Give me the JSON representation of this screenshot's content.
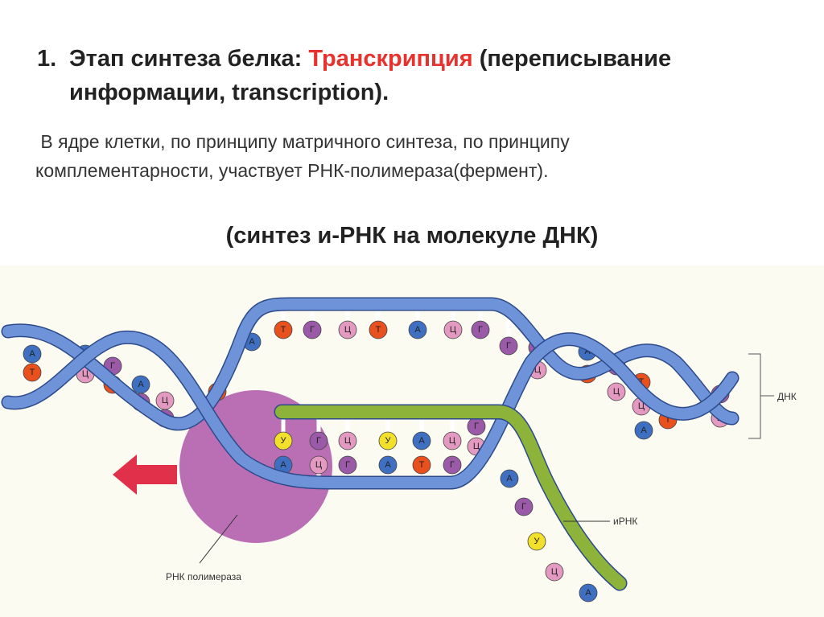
{
  "heading": {
    "number": "1.",
    "prefix": "Этап синтеза белка: ",
    "highlight": "Транскрипция",
    "suffix": " (переписывание информации, transcription)."
  },
  "body": {
    "line1": " В ядре клетки, по принципу матричного синтеза, по принципу",
    "line2": "комплементарности, участвует РНК-полимераза(фермент)."
  },
  "subtitle": "(синтез и-РНК на молекуле ДНК)",
  "diagram": {
    "labels": {
      "dna": "ДНК",
      "mrna": "иРНК",
      "polymerase": "РНК полимераза"
    },
    "colors": {
      "А": "#3f6fc0",
      "Т": "#e8501e",
      "Г": "#9a5aa8",
      "Ц": "#e49ac0",
      "У": "#f2e02a",
      "strand": "#6f93d8",
      "rna": "#8db33a",
      "polymerase": "#b35fae",
      "arrow": "#e0304a"
    },
    "coding_strand": [
      "А",
      "Т",
      "Г",
      "Ц",
      "Т",
      "А",
      "Ц",
      "Г",
      "Г"
    ],
    "template_strand": [
      "А",
      "Ц",
      "Г",
      "А",
      "Т",
      "Г",
      "Ц"
    ],
    "mrna_paired": [
      "У",
      "Г",
      "Ц",
      "У",
      "А",
      "Ц",
      "Г"
    ],
    "mrna_tail": [
      "А",
      "Г",
      "У",
      "Ц",
      "А"
    ],
    "left_helix": [
      "А",
      "Т",
      "А",
      "Ц",
      "Г",
      "Т",
      "А",
      "Г",
      "Ц",
      "Г",
      "Т"
    ],
    "right_helix": [
      "А",
      "Т",
      "Г",
      "Ц",
      "Т",
      "Ц",
      "А",
      "Т",
      "Г",
      "Ц",
      "Г",
      "Ц"
    ]
  }
}
